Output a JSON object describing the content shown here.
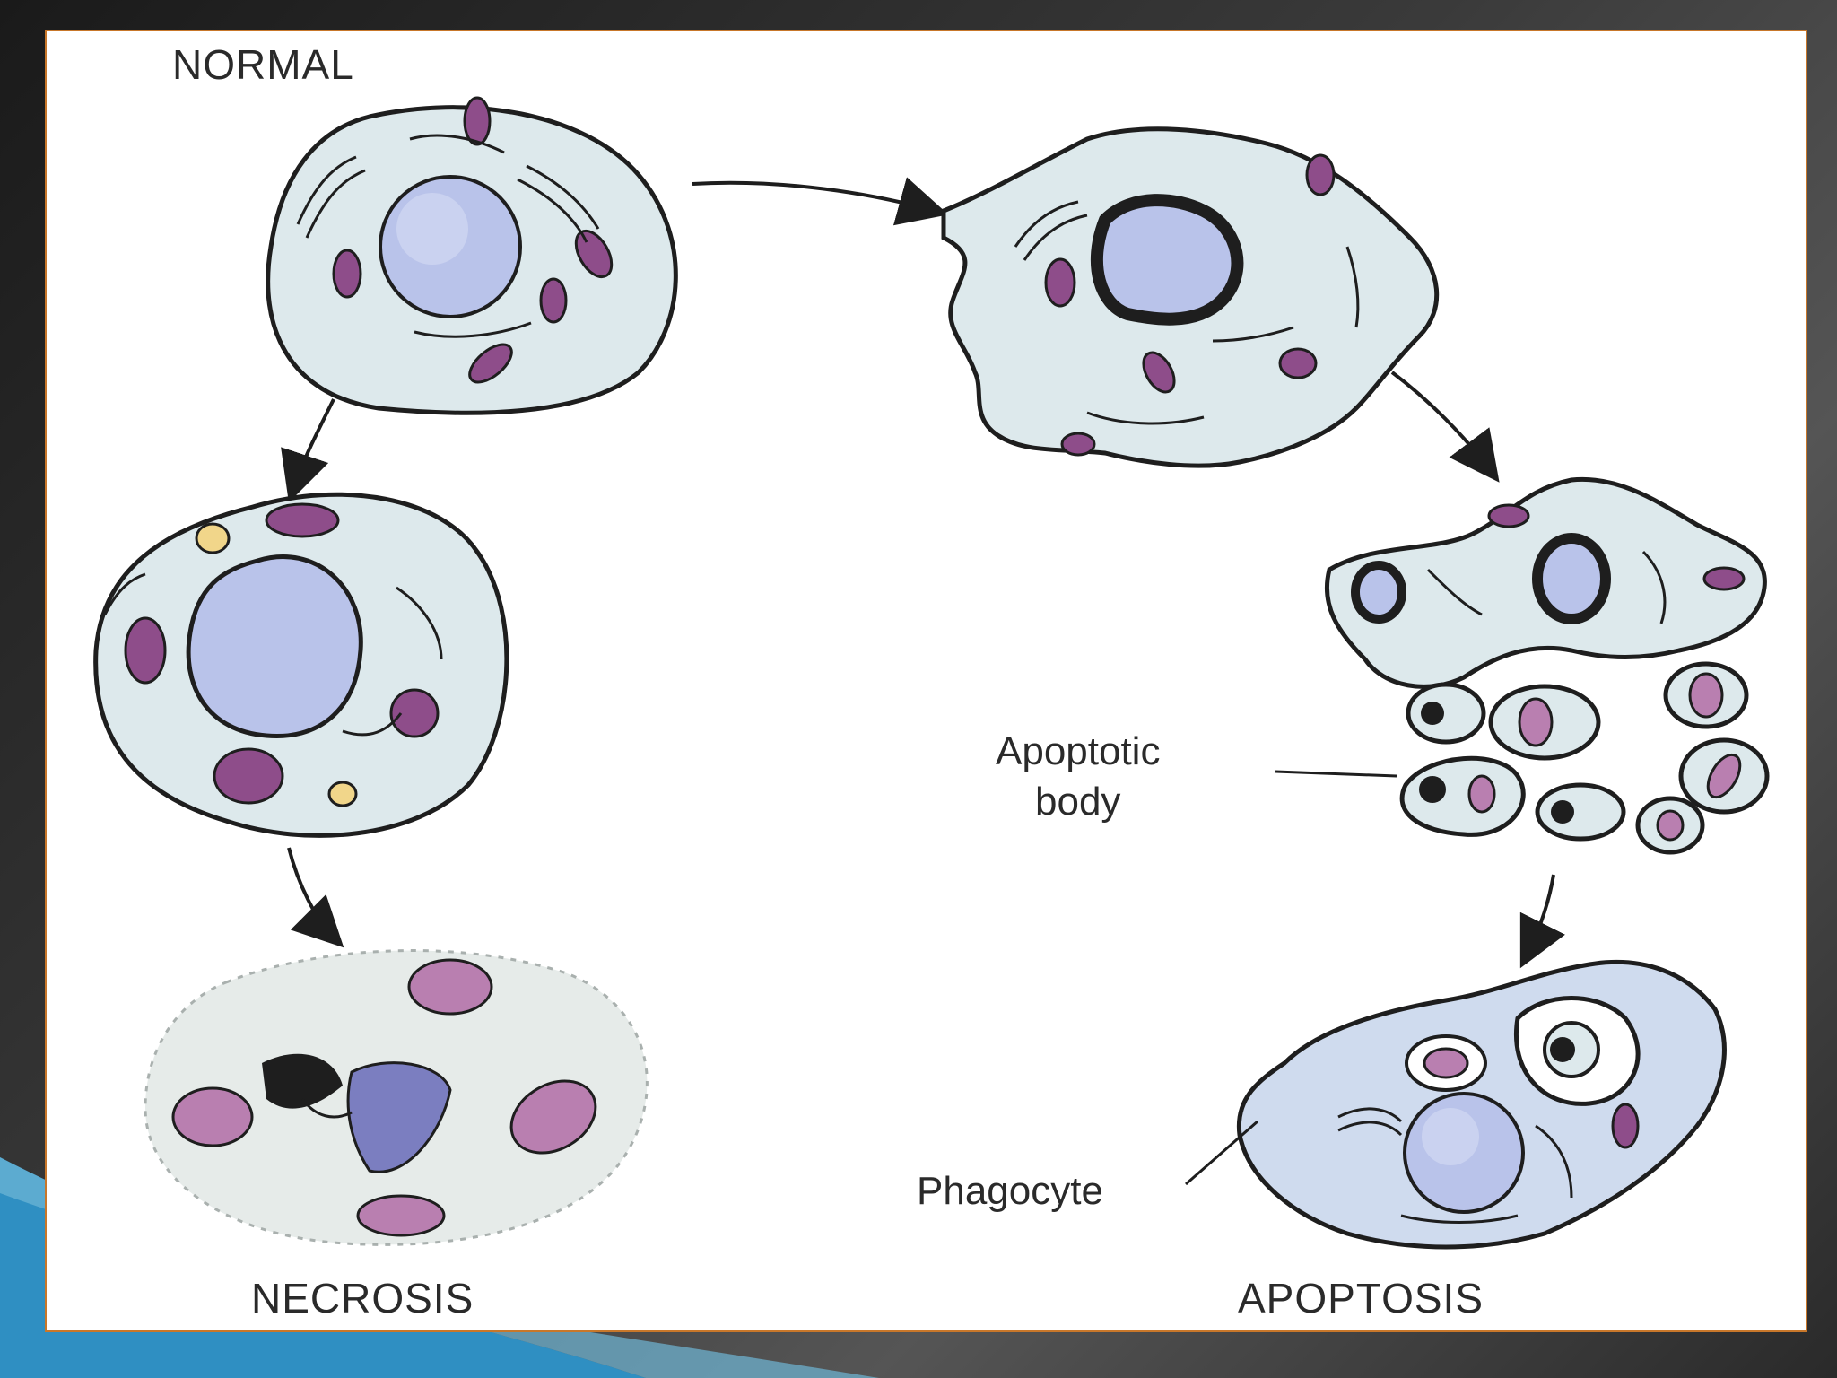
{
  "labels": {
    "normal": "NORMAL",
    "necrosis": "NECROSIS",
    "apoptosis": "APOPTOSIS",
    "apoptotic_body_line1": "Apoptotic",
    "apoptotic_body_line2": "body",
    "phagocyte": "Phagocyte"
  },
  "colors": {
    "cytoplasm": "#dde9ec",
    "phagocyte_cytoplasm": "#cfdbee",
    "nucleus": "#b9c3ea",
    "mitochondria": "#8e4d8a",
    "outline": "#1e1e1e",
    "panel_border": "#c8772a",
    "slide_accent": "#2f8fc2"
  }
}
